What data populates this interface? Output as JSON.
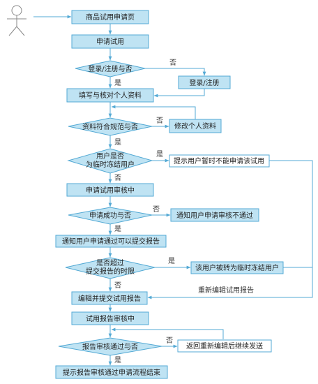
{
  "nodes": {
    "start": "商品试用申请页",
    "apply": "申请试用",
    "login_q": "登录/注册与否",
    "login": "登录/注册",
    "fill": "填写与核对个人资料",
    "valid_q": "资料符合规范与否",
    "modify": "修改个人资料",
    "frozen_q_1": "用户是否",
    "frozen_q_2": "为临时冻结用户",
    "notify_frozen": "提示用户暂时不能申请该试用",
    "review": "申请试用审核中",
    "success_q": "申请成功与否",
    "notify_fail": "通知用户申请审核不通过",
    "notify_pass": "通知用户申请通过可以提交报告",
    "deadline_q_1": "是否超过",
    "deadline_q_2": "提交报告的时限",
    "to_frozen": "该用户被转为临时冻结用户",
    "edit_submit": "编辑并提交试用报告",
    "report_review": "试用报告审核中",
    "report_q": "报告审核通过与否",
    "resend": "返回重新编辑后继续发送",
    "end": "提示报告审核通过申请流程结束"
  },
  "labels": {
    "yes": "是",
    "no": "否",
    "re_edit": "重新编辑试用报告"
  }
}
